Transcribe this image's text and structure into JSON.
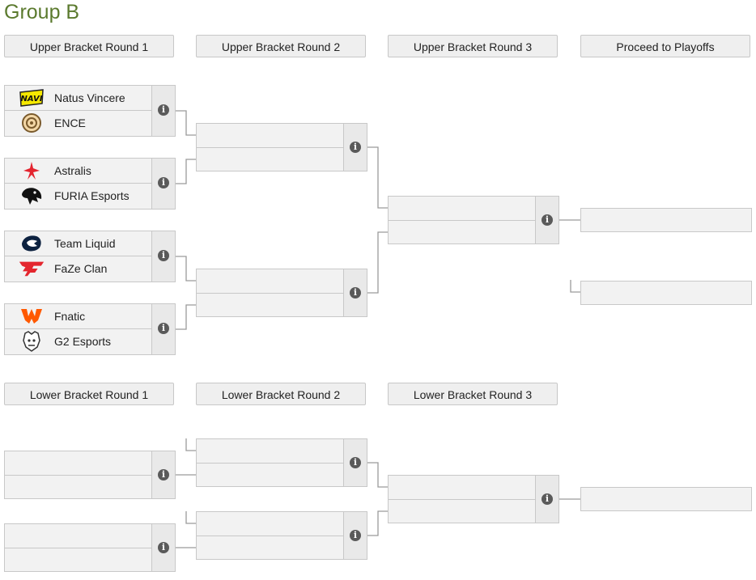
{
  "title": "Group B",
  "headers": {
    "ub1": "Upper Bracket Round 1",
    "ub2": "Upper Bracket Round 2",
    "ub3": "Upper Bracket Round 3",
    "playoffs": "Proceed to Playoffs",
    "lb1": "Lower Bracket Round 1",
    "lb2": "Lower Bracket Round 2",
    "lb3": "Lower Bracket Round 3"
  },
  "upper_round1": [
    {
      "team1": "Natus Vincere",
      "logo1": "navi-logo",
      "team2": "ENCE",
      "logo2": "ence-logo"
    },
    {
      "team1": "Astralis",
      "logo1": "astralis-logo",
      "team2": "FURIA Esports",
      "logo2": "furia-logo"
    },
    {
      "team1": "Team Liquid",
      "logo1": "liquid-logo",
      "team2": "FaZe Clan",
      "logo2": "faze-logo"
    },
    {
      "team1": "Fnatic",
      "logo1": "fnatic-logo",
      "team2": "G2 Esports",
      "logo2": "g2-logo"
    }
  ],
  "info_icon": "info-icon"
}
